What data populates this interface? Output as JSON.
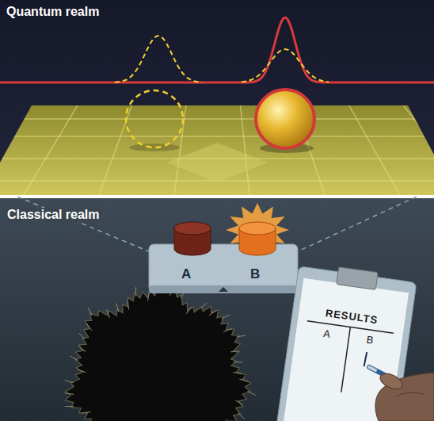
{
  "diagram": {
    "nodes": [
      {
        "text": [
          "Quantum realm"
        ]
      },
      {
        "text": [
          "Classical realm"
        ]
      },
      {
        "text": [
          "A",
          "B"
        ],
        "in": 1
      },
      {
        "text": [
          "RESULTS",
          "A",
          "B"
        ],
        "in": 1
      }
    ]
  }
}
